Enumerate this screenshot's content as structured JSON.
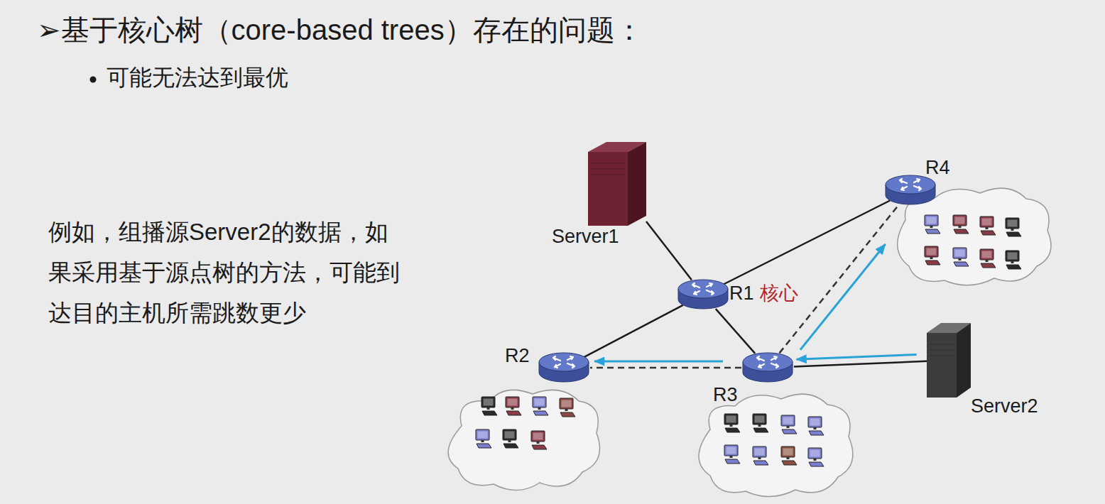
{
  "diagram": {
    "title": "➢基于核心树（core-based trees）存在的问题：",
    "nodes": [
      {
        "text": [
          "Server1"
        ]
      },
      {
        "text": [
          "R4"
        ]
      },
      {
        "text": [
          "R1",
          "核心"
        ]
      },
      {
        "text": [
          "R2"
        ]
      },
      {
        "text": [
          "R3"
        ]
      },
      {
        "text": [
          "Server2"
        ]
      }
    ],
    "edges": [
      {
        "from": 0,
        "to": 2,
        "arrow": "none"
      },
      {
        "from": 2,
        "to": 1,
        "arrow": "none"
      },
      {
        "from": 2,
        "to": 3,
        "arrow": "none"
      },
      {
        "from": 2,
        "to": 4,
        "arrow": "none"
      },
      {
        "from": 4,
        "to": 5,
        "arrow": "none"
      },
      {
        "from": 4,
        "to": 3,
        "arrow": "none"
      },
      {
        "from": 4,
        "to": 1,
        "arrow": "none"
      },
      {
        "from": 5,
        "to": 4,
        "arrow": "to"
      },
      {
        "from": 4,
        "to": 3,
        "arrow": "to"
      },
      {
        "from": 4,
        "to": 1,
        "arrow": "to"
      }
    ],
    "labels": [
      "可能无法达到最优",
      "例如，组播源Server2的数据，如果采用基于源点树的方法，可能到达目的主机所需跳数更少"
    ]
  }
}
